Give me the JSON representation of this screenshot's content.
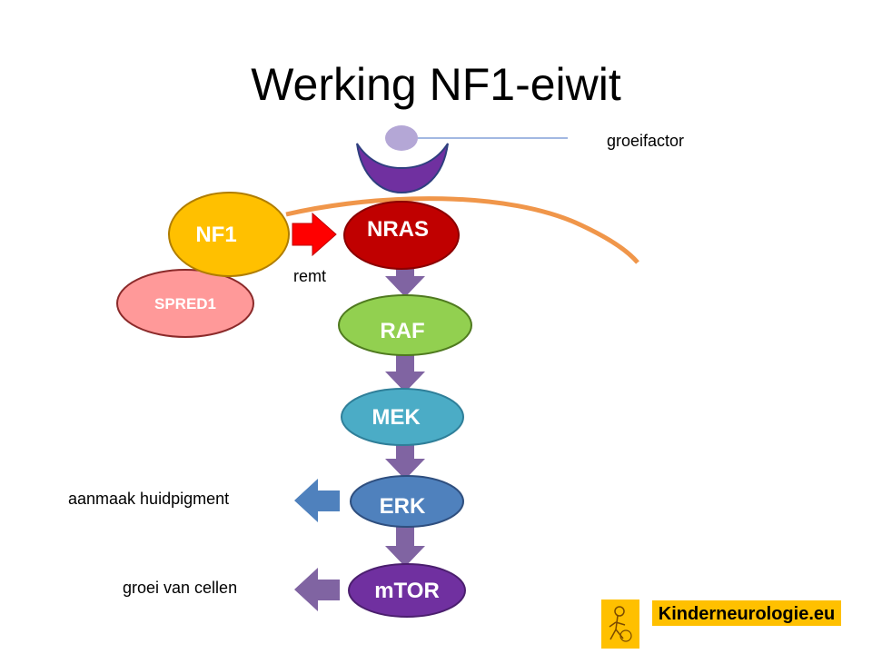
{
  "title": "Werking NF1-eiwit",
  "labels": {
    "growth_factor": "groeifactor",
    "inhibits": "remt",
    "pigment": "aanmaak huidpigment",
    "cell_growth": "groei van cellen"
  },
  "nodes": {
    "nf1": "NF1",
    "spred1": "SPRED1",
    "nras": "NRAS",
    "raf": "RAF",
    "mek": "MEK",
    "erk": "ERK",
    "mtor": "mTOR"
  },
  "brand": {
    "name": "Kinderneurologie.eu"
  },
  "colors": {
    "membrane": "#f0964a",
    "receptor": "#7030a0",
    "growth_factor": "#b4a7d6",
    "nf1": "#ffc000",
    "spred1": "#ff9999",
    "nras": "#c00000",
    "raf": "#92d050",
    "mek": "#4bacc6",
    "erk": "#4f81bd",
    "mtor": "#7030a0",
    "inhibit_arrow": "#ff0000",
    "pathway_arrow": "#8064a2",
    "brand_bg": "#ffc000"
  }
}
